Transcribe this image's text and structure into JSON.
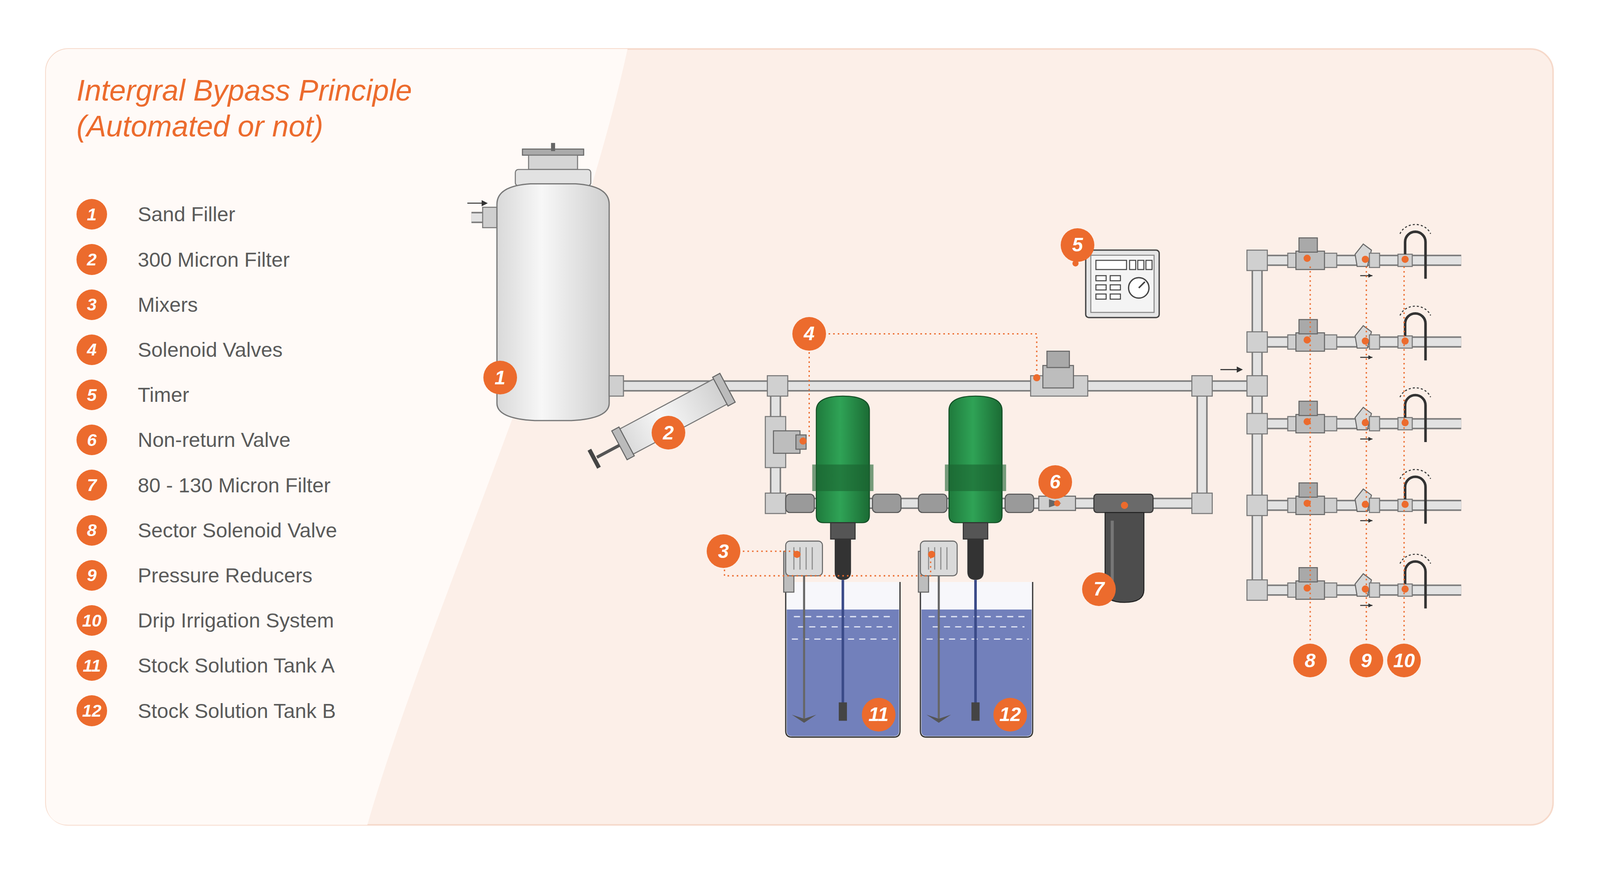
{
  "diagram": {
    "title": "Intergral Bypass Principle",
    "nodes": [
      {
        "text": [
          "1"
        ]
      },
      {
        "text": [
          "2"
        ]
      },
      {
        "text": [
          "3"
        ]
      },
      {
        "text": [
          "4"
        ]
      },
      {
        "text": [
          "5"
        ]
      },
      {
        "text": [
          "6"
        ]
      },
      {
        "text": [
          "7"
        ]
      },
      {
        "text": [
          "8"
        ]
      },
      {
        "text": [
          "9"
        ]
      },
      {
        "text": [
          "10"
        ]
      },
      {
        "text": [
          "11"
        ]
      },
      {
        "text": [
          "12"
        ]
      },
      {
        "text": [
          "5"
        ]
      },
      {
        "text": [
          "4"
        ]
      },
      {
        "text": [
          "1"
        ]
      },
      {
        "text": [
          "2"
        ]
      },
      {
        "text": [
          "6"
        ]
      },
      {
        "text": [
          "3"
        ]
      },
      {
        "text": [
          "7"
        ]
      },
      {
        "text": [
          "11"
        ]
      },
      {
        "text": [
          "12"
        ]
      },
      {
        "text": [
          "8"
        ]
      },
      {
        "text": [
          "9"
        ]
      },
      {
        "text": [
          "10"
        ]
      }
    ],
    "labels": [
      "(Automated or not)",
      "Sand Filler",
      "300 Micron Filter",
      "Mixers",
      "Solenoid Valves",
      "Timer",
      "Non-return Valve",
      "80 - 130 Micron Filter",
      "Sector Solenoid Valve",
      "Pressure Reducers",
      "Drip Irrigation System",
      "Stock Solution Tank A",
      "Stock Solution Tank B"
    ]
  }
}
